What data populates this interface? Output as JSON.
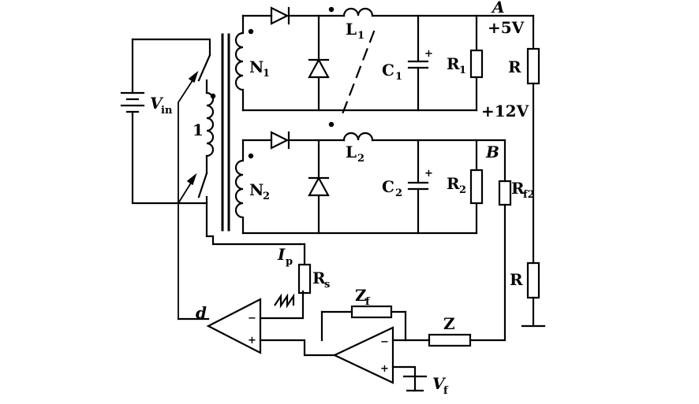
{
  "labels": {
    "A": "A",
    "B": "B",
    "plus5v": "+5V",
    "plus12v": "+12V",
    "N1": "N",
    "N1_sub": "1",
    "N2": "N",
    "N2_sub": "2",
    "L1": "L",
    "L1_sub": "1",
    "L2": "L",
    "L2_sub": "2",
    "C1": "C",
    "C1_sub": "1",
    "C2": "C",
    "C2_sub": "2",
    "R1": "R",
    "R1_sub": "1",
    "R2": "R",
    "R2_sub": "2",
    "R_top": "R",
    "R_bottom": "R",
    "Rf2": "R",
    "Rf2_sub": "f2",
    "Rs": "R",
    "Rs_sub": "s",
    "Ip": "I",
    "Ip_sub": "p",
    "Vin": "V",
    "Vin_sub": "in",
    "Vf": "V",
    "Vf_sub": "f",
    "Zf": "Z",
    "Zf_sub": "f",
    "Z": "Z",
    "d": "d",
    "winding_1": "1",
    "cap_plus": "+",
    "opamp_plus": "+",
    "opamp_minus": "−"
  }
}
